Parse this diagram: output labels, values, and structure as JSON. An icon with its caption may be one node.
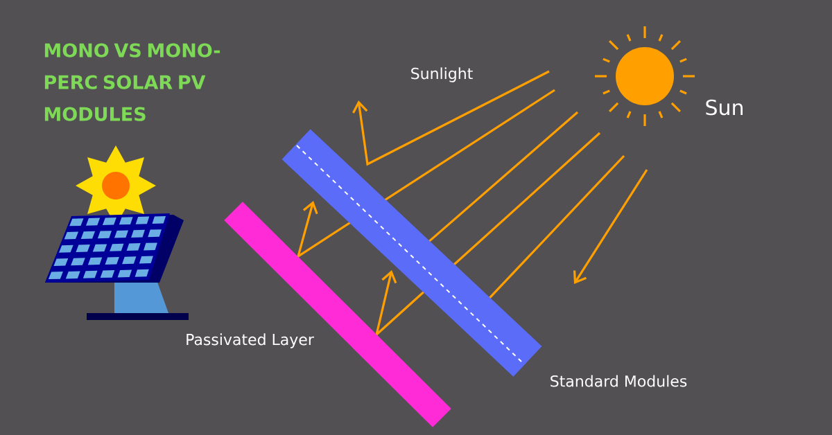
{
  "diagram": {
    "title": "MONO VS MONO-PERC SOLAR PV MODULES",
    "nodes": [
      {
        "text": [],
        "shape": "circle",
        "beside": [
          "Sun"
        ]
      },
      {
        "text": [],
        "shape": "bar",
        "beside": [
          "Standard Modules"
        ]
      },
      {
        "text": [],
        "shape": "bar",
        "beside": [
          "Passivated Layer"
        ]
      }
    ],
    "labels": [
      "Sunlight"
    ]
  }
}
